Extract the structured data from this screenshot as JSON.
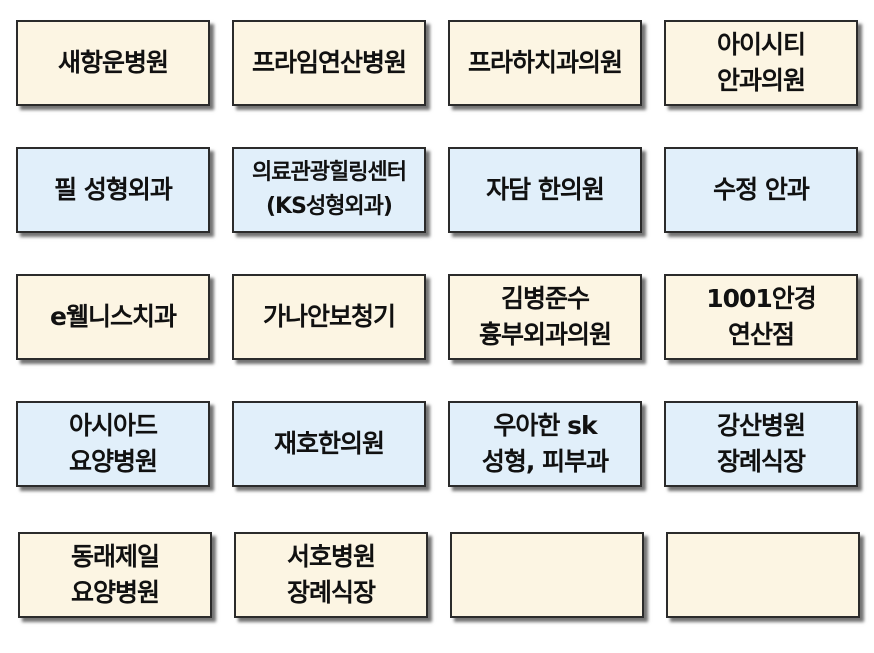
{
  "cards": [
    {
      "label": "새항운병원",
      "color": "beige"
    },
    {
      "label": "프라임연산병원",
      "color": "beige"
    },
    {
      "label": "프라하치과의원",
      "color": "beige"
    },
    {
      "label": "아이시티\n안과의원",
      "color": "beige"
    },
    {
      "label": "필 성형외과",
      "color": "blue"
    },
    {
      "label": "의료관광힐링센터\n(KS성형외과)",
      "color": "blue"
    },
    {
      "label": "자담 한의원",
      "color": "blue"
    },
    {
      "label": "수정 안과",
      "color": "blue"
    },
    {
      "label": "e웰니스치과",
      "color": "beige"
    },
    {
      "label": "가나안보청기",
      "color": "beige"
    },
    {
      "label": "김병준수\n흉부외과의원",
      "color": "beige"
    },
    {
      "label": "1001안경\n연산점",
      "color": "beige"
    },
    {
      "label": "아시아드\n요양병원",
      "color": "blue"
    },
    {
      "label": "재호한의원",
      "color": "blue"
    },
    {
      "label": "우아한 sk\n성형, 피부과",
      "color": "blue"
    },
    {
      "label": "강산병원\n장례식장",
      "color": "blue"
    },
    {
      "label": "동래제일\n요양병원",
      "color": "beige"
    },
    {
      "label": "서호병원\n장례식장",
      "color": "beige"
    },
    {
      "label": "",
      "color": "beige"
    },
    {
      "label": "",
      "color": "beige"
    }
  ]
}
